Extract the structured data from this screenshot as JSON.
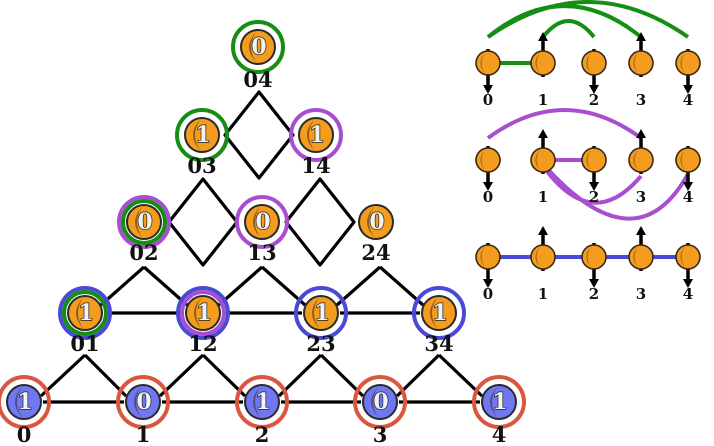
{
  "colors": {
    "orange": "#f39c1e",
    "blue": "#6f78f2",
    "red_ring": "#d9573f",
    "green_ring": "#148f14",
    "purple_ring": "#a84fd1",
    "blue_ring": "#4a4ad6",
    "line": "#000000"
  },
  "bottom_nodes": [
    {
      "label": "0",
      "value": "1"
    },
    {
      "label": "1",
      "value": "0"
    },
    {
      "label": "2",
      "value": "1"
    },
    {
      "label": "3",
      "value": "0"
    },
    {
      "label": "4",
      "value": "1"
    }
  ],
  "pyramid_nodes": [
    {
      "label": "01",
      "value": "1",
      "rings": [
        "blue_ring",
        "green_ring"
      ]
    },
    {
      "label": "12",
      "value": "1",
      "rings": [
        "blue_ring",
        "purple_ring"
      ]
    },
    {
      "label": "23",
      "value": "1",
      "rings": [
        "blue_ring"
      ]
    },
    {
      "label": "34",
      "value": "1",
      "rings": [
        "blue_ring"
      ]
    },
    {
      "label": "02",
      "value": "0",
      "rings": [
        "purple_ring",
        "green_ring"
      ]
    },
    {
      "label": "13",
      "value": "0",
      "rings": [
        "purple_ring"
      ]
    },
    {
      "label": "24",
      "value": "0",
      "rings": []
    },
    {
      "label": "03",
      "value": "1",
      "rings": [
        "green_ring"
      ]
    },
    {
      "label": "14",
      "value": "1",
      "rings": [
        "purple_ring"
      ]
    },
    {
      "label": "04",
      "value": "0",
      "rings": [
        "green_ring"
      ]
    }
  ],
  "spin_rows": [
    {
      "color": "green_ring",
      "labels": [
        "0",
        "1",
        "2",
        "3",
        "4"
      ],
      "spins": [
        "down",
        "up",
        "down",
        "up",
        "down"
      ]
    },
    {
      "color": "purple_ring",
      "labels": [
        "0",
        "1",
        "2",
        "3",
        "4"
      ],
      "spins": [
        "down",
        "up",
        "down",
        "up",
        "down"
      ]
    },
    {
      "color": "blue_ring",
      "labels": [
        "0",
        "1",
        "2",
        "3",
        "4"
      ],
      "spins": [
        "down",
        "up",
        "down",
        "up",
        "down"
      ]
    }
  ]
}
